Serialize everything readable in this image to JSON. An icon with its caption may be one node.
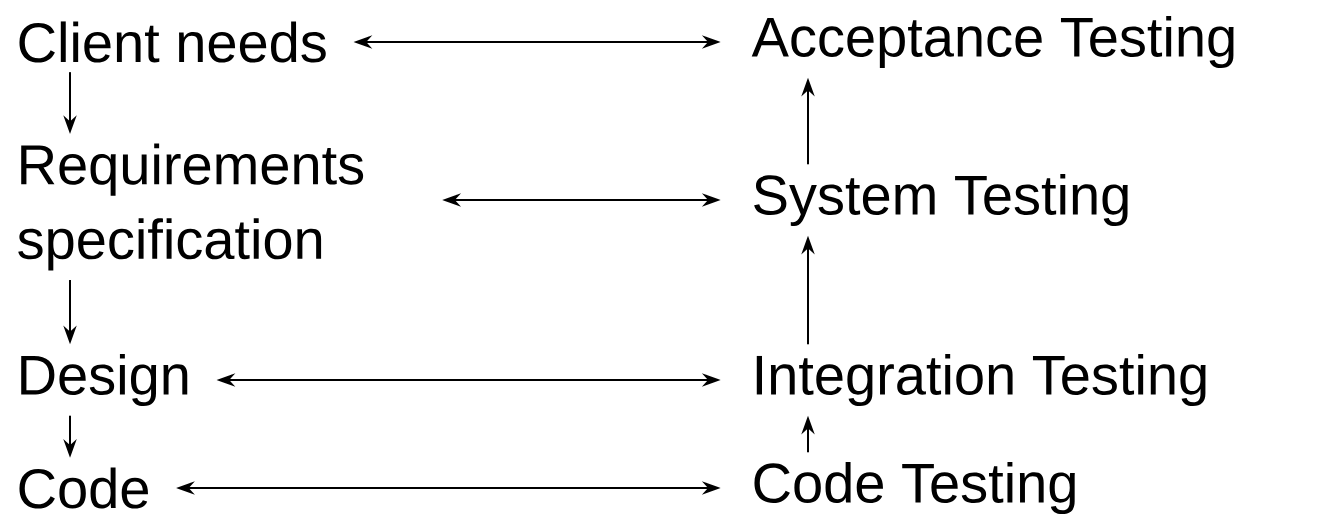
{
  "diagram": {
    "nodes": [
      {
        "text": [
          "Client needs"
        ]
      },
      {
        "text": [
          "Requirements specification"
        ]
      },
      {
        "text": [
          "Design"
        ]
      },
      {
        "text": [
          "Code"
        ]
      },
      {
        "text": [
          "Acceptance Testing"
        ]
      },
      {
        "text": [
          "System Testing"
        ]
      },
      {
        "text": [
          "Integration Testing"
        ]
      },
      {
        "text": [
          "Code Testing"
        ]
      }
    ],
    "edges": [
      {
        "from": 0,
        "to": 1,
        "arrow": "to"
      },
      {
        "from": 1,
        "to": 2,
        "arrow": "to"
      },
      {
        "from": 2,
        "to": 3,
        "arrow": "to"
      },
      {
        "from": 0,
        "to": 4,
        "arrow": "both"
      },
      {
        "from": 1,
        "to": 5,
        "arrow": "both"
      },
      {
        "from": 2,
        "to": 6,
        "arrow": "both"
      },
      {
        "from": 3,
        "to": 7,
        "arrow": "both"
      },
      {
        "from": 7,
        "to": 6,
        "arrow": "to"
      },
      {
        "from": 6,
        "to": 5,
        "arrow": "to"
      },
      {
        "from": 5,
        "to": 4,
        "arrow": "to"
      }
    ]
  }
}
